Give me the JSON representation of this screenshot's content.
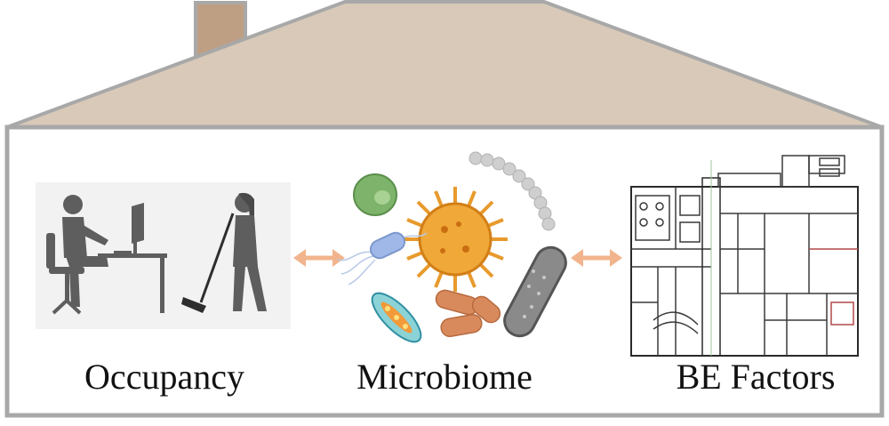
{
  "labels": {
    "occupancy": "Occupancy",
    "microbiome": "Microbiome",
    "be_factors": "BE Factors"
  },
  "colors": {
    "roof": "#d8c9b8",
    "chimney": "#bf9f84",
    "outline": "#a8a8a8",
    "arrow": "#f2b48c",
    "people": "#5e5e5e",
    "virus": "#e89a2c",
    "green_cell": "#7db36a",
    "rod": "#7f7f7f",
    "bacteria_brown": "#d98a5c"
  },
  "icons": [
    "person-at-computer-icon",
    "person-sweeping-icon",
    "virus-icon",
    "bacteria-icon",
    "cell-icon",
    "floor-plan-icon",
    "double-arrow-icon"
  ]
}
